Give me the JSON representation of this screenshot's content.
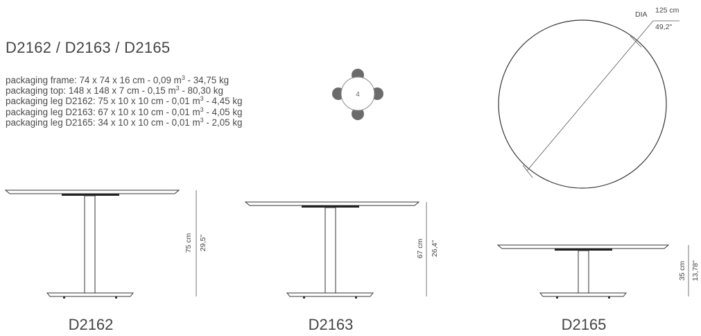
{
  "header": {
    "title": "D2162 / D2163 / D2165"
  },
  "packaging": [
    {
      "pre": "packaging frame: 74 x 74 x 16 cm - 0,09 m",
      "sup": "3",
      "post": " - 34,75 kg"
    },
    {
      "pre": "packaging top: 148 x 148 x 7 cm - 0,15 m",
      "sup": "3",
      "post": " - 80,30 kg"
    },
    {
      "pre": "packaging leg D2162: 75 x 10 x 10 cm - 0,01 m",
      "sup": "3",
      "post": " - 4,45 kg"
    },
    {
      "pre": "packaging leg D2163: 67 x 10 x 10 cm - 0,01 m",
      "sup": "3",
      "post": " - 4,05 kg"
    },
    {
      "pre": "packaging leg D2165: 34 x 10 x 10 cm - 0,01 m",
      "sup": "3",
      "post": " - 2,05 kg"
    }
  ],
  "seating": {
    "count": "4"
  },
  "top_view": {
    "dia_label": "DIA",
    "dia_cm": "125 cm",
    "dia_in": "49,2\""
  },
  "tables": [
    {
      "name": "D2162",
      "height_cm": "75 cm",
      "height_in": "29,5\""
    },
    {
      "name": "D2163",
      "height_cm": "67 cm",
      "height_in": "26,4\""
    },
    {
      "name": "D2165",
      "height_cm": "35 cm",
      "height_in": "13,78\""
    }
  ],
  "colors": {
    "line": "#3a3a3a",
    "seat": "#6b6b6b"
  }
}
